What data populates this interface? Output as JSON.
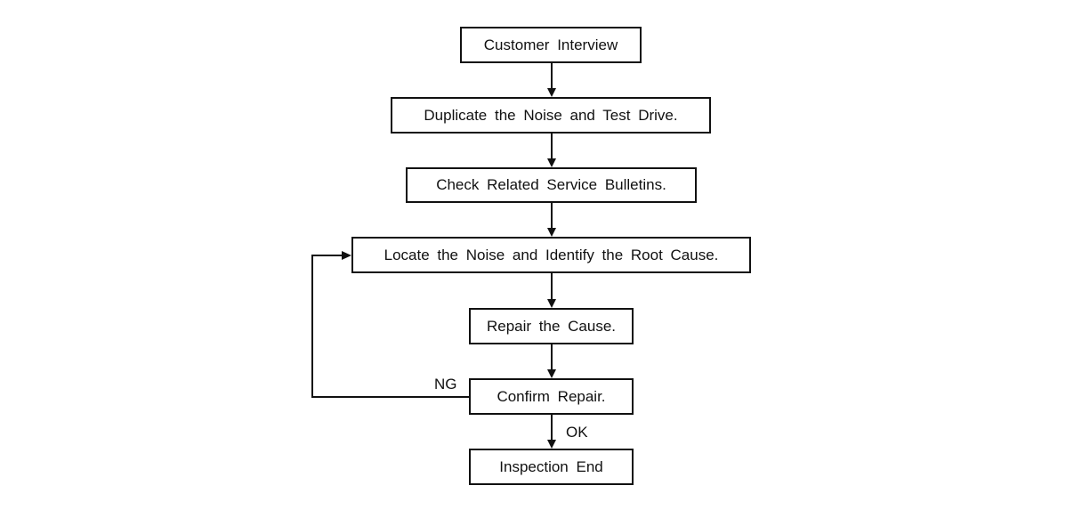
{
  "nodes": {
    "customer_interview": "Customer Interview",
    "duplicate_noise": "Duplicate the Noise and Test Drive.",
    "check_bulletins": "Check Related Service Bulletins.",
    "locate_noise": "Locate the Noise and Identify the Root Cause.",
    "repair_cause": "Repair the Cause.",
    "confirm_repair": "Confirm Repair.",
    "inspection_end": "Inspection End"
  },
  "labels": {
    "ng": "NG",
    "ok": "OK"
  },
  "colors": {
    "stroke": "#111111",
    "background": "#ffffff"
  }
}
